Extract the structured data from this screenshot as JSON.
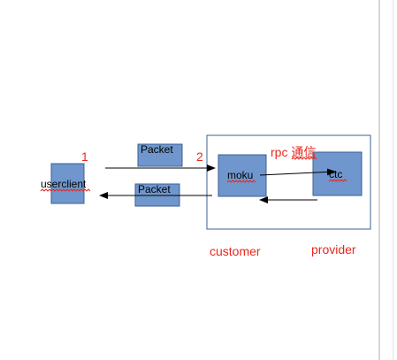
{
  "diagram": {
    "nodes": {
      "userclient": "userclient",
      "packet_top": "Packet",
      "packet_bottom": "Packet",
      "moku": "moku",
      "ctc": "ctc"
    },
    "labels": {
      "step1": "1",
      "step2": "2",
      "rpc": "rpc 通信",
      "customer": "customer",
      "provider": "provider"
    },
    "colors": {
      "box_fill": "#6f97cd",
      "box_stroke": "#3d5f95",
      "red": "#e8281e",
      "frame": "#3d5f95"
    }
  }
}
